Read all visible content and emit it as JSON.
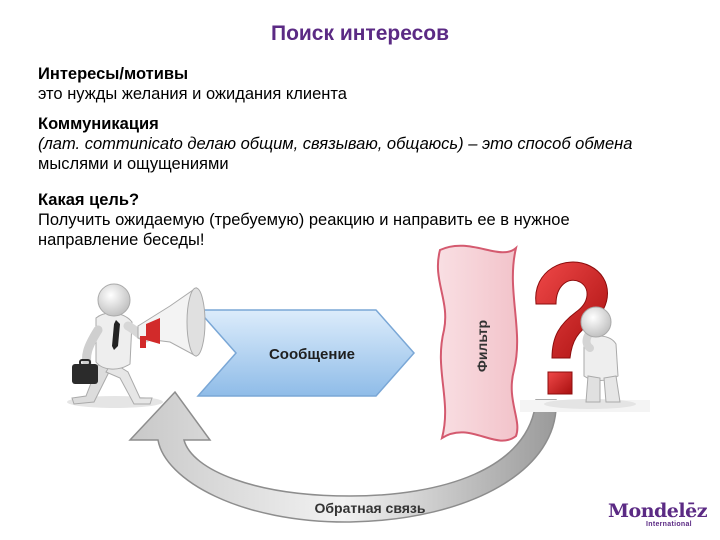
{
  "title": "Поиск интересов",
  "block1": {
    "heading": "Интересы/мотивы",
    "line": "это нужды желания и ожидания клиента"
  },
  "block2": {
    "heading": "Коммуникация",
    "line1": "(лат. communicato делаю общим, связываю, общаюсь) – это способ обмена",
    "line2": "мыслями и ощущениями"
  },
  "block3": {
    "heading": "Какая цель?",
    "line1": "Получить ожидаемую (требуемую) реакцию и направить ее в нужное",
    "line2": "направление беседы!"
  },
  "diagram": {
    "message_label": "Сообщение",
    "filter_label": "Фильтр",
    "feedback_label": "Обратная связь"
  },
  "logo": {
    "name": "Mondelēz",
    "sub": "International"
  },
  "colors": {
    "title": "#5b2a84",
    "arrow_fill": "#a9cdf0",
    "filter_fill": "#f7d4d9",
    "filter_stroke": "#d45a6f",
    "question_mark": "#d21f1f",
    "megaphone_red": "#d22a2a"
  }
}
